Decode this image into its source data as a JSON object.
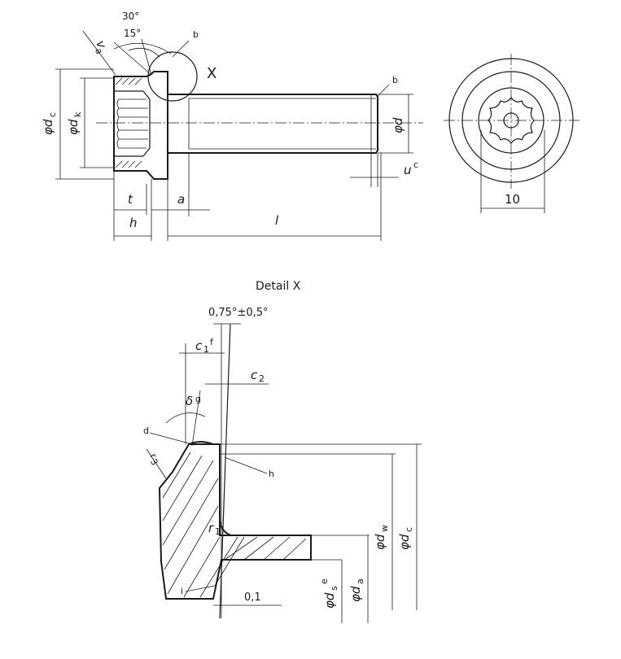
{
  "labels": {
    "angle_30": "30°",
    "angle_15": "15°",
    "va": "v",
    "va_sub": "a",
    "note_b_head": "b",
    "note_b_shank": "b",
    "detail_x_marker": "X",
    "dc": "φd",
    "dc_sub": "c",
    "dk": "φd",
    "dk_sub": "k",
    "d": "φd",
    "u": "u",
    "u_sup": "c",
    "t": "t",
    "a": "a",
    "h": "h",
    "l": "l",
    "socket": "10",
    "detail_title": "Detail X",
    "tilt_angle": "0,75°±0,5°",
    "c1": "c",
    "c1_sub": "1",
    "c1_sup": "f",
    "c2": "c",
    "c2_sub": "2",
    "delta": "δ",
    "delta_sup": "g",
    "note_d": "d",
    "r3": "r",
    "r3_sub": "3",
    "note_h": "h",
    "r1": "r",
    "r1_sub": "1",
    "note_i": "i",
    "dim_01": "0,1",
    "ds": "φd",
    "ds_sub": "s",
    "ds_sup": "e",
    "da": "φd",
    "da_sub": "a",
    "dw": "φd",
    "dw_sub": "w",
    "dc2": "φd",
    "dc2_sub": "c"
  }
}
